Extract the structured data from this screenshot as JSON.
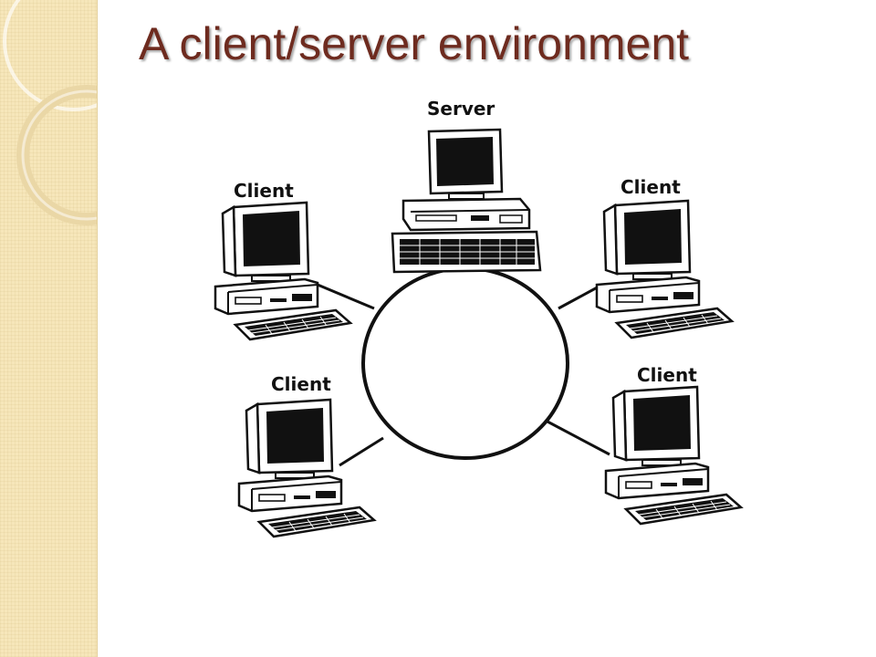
{
  "slide": {
    "title": "A client/server environment",
    "title_color": "#6e2b1f",
    "sidebar_color": "#f6e6ba"
  },
  "diagram": {
    "type": "network-ring",
    "ring": {
      "stroke": "#111111"
    },
    "nodes": [
      {
        "id": "server",
        "label": "Server",
        "icon": "server-computer-icon"
      },
      {
        "id": "client-top-left",
        "label": "Client",
        "icon": "desktop-computer-icon"
      },
      {
        "id": "client-top-right",
        "label": "Client",
        "icon": "desktop-computer-icon"
      },
      {
        "id": "client-bottom-left",
        "label": "Client",
        "icon": "desktop-computer-icon"
      },
      {
        "id": "client-bottom-right",
        "label": "Client",
        "icon": "desktop-computer-icon"
      }
    ]
  }
}
